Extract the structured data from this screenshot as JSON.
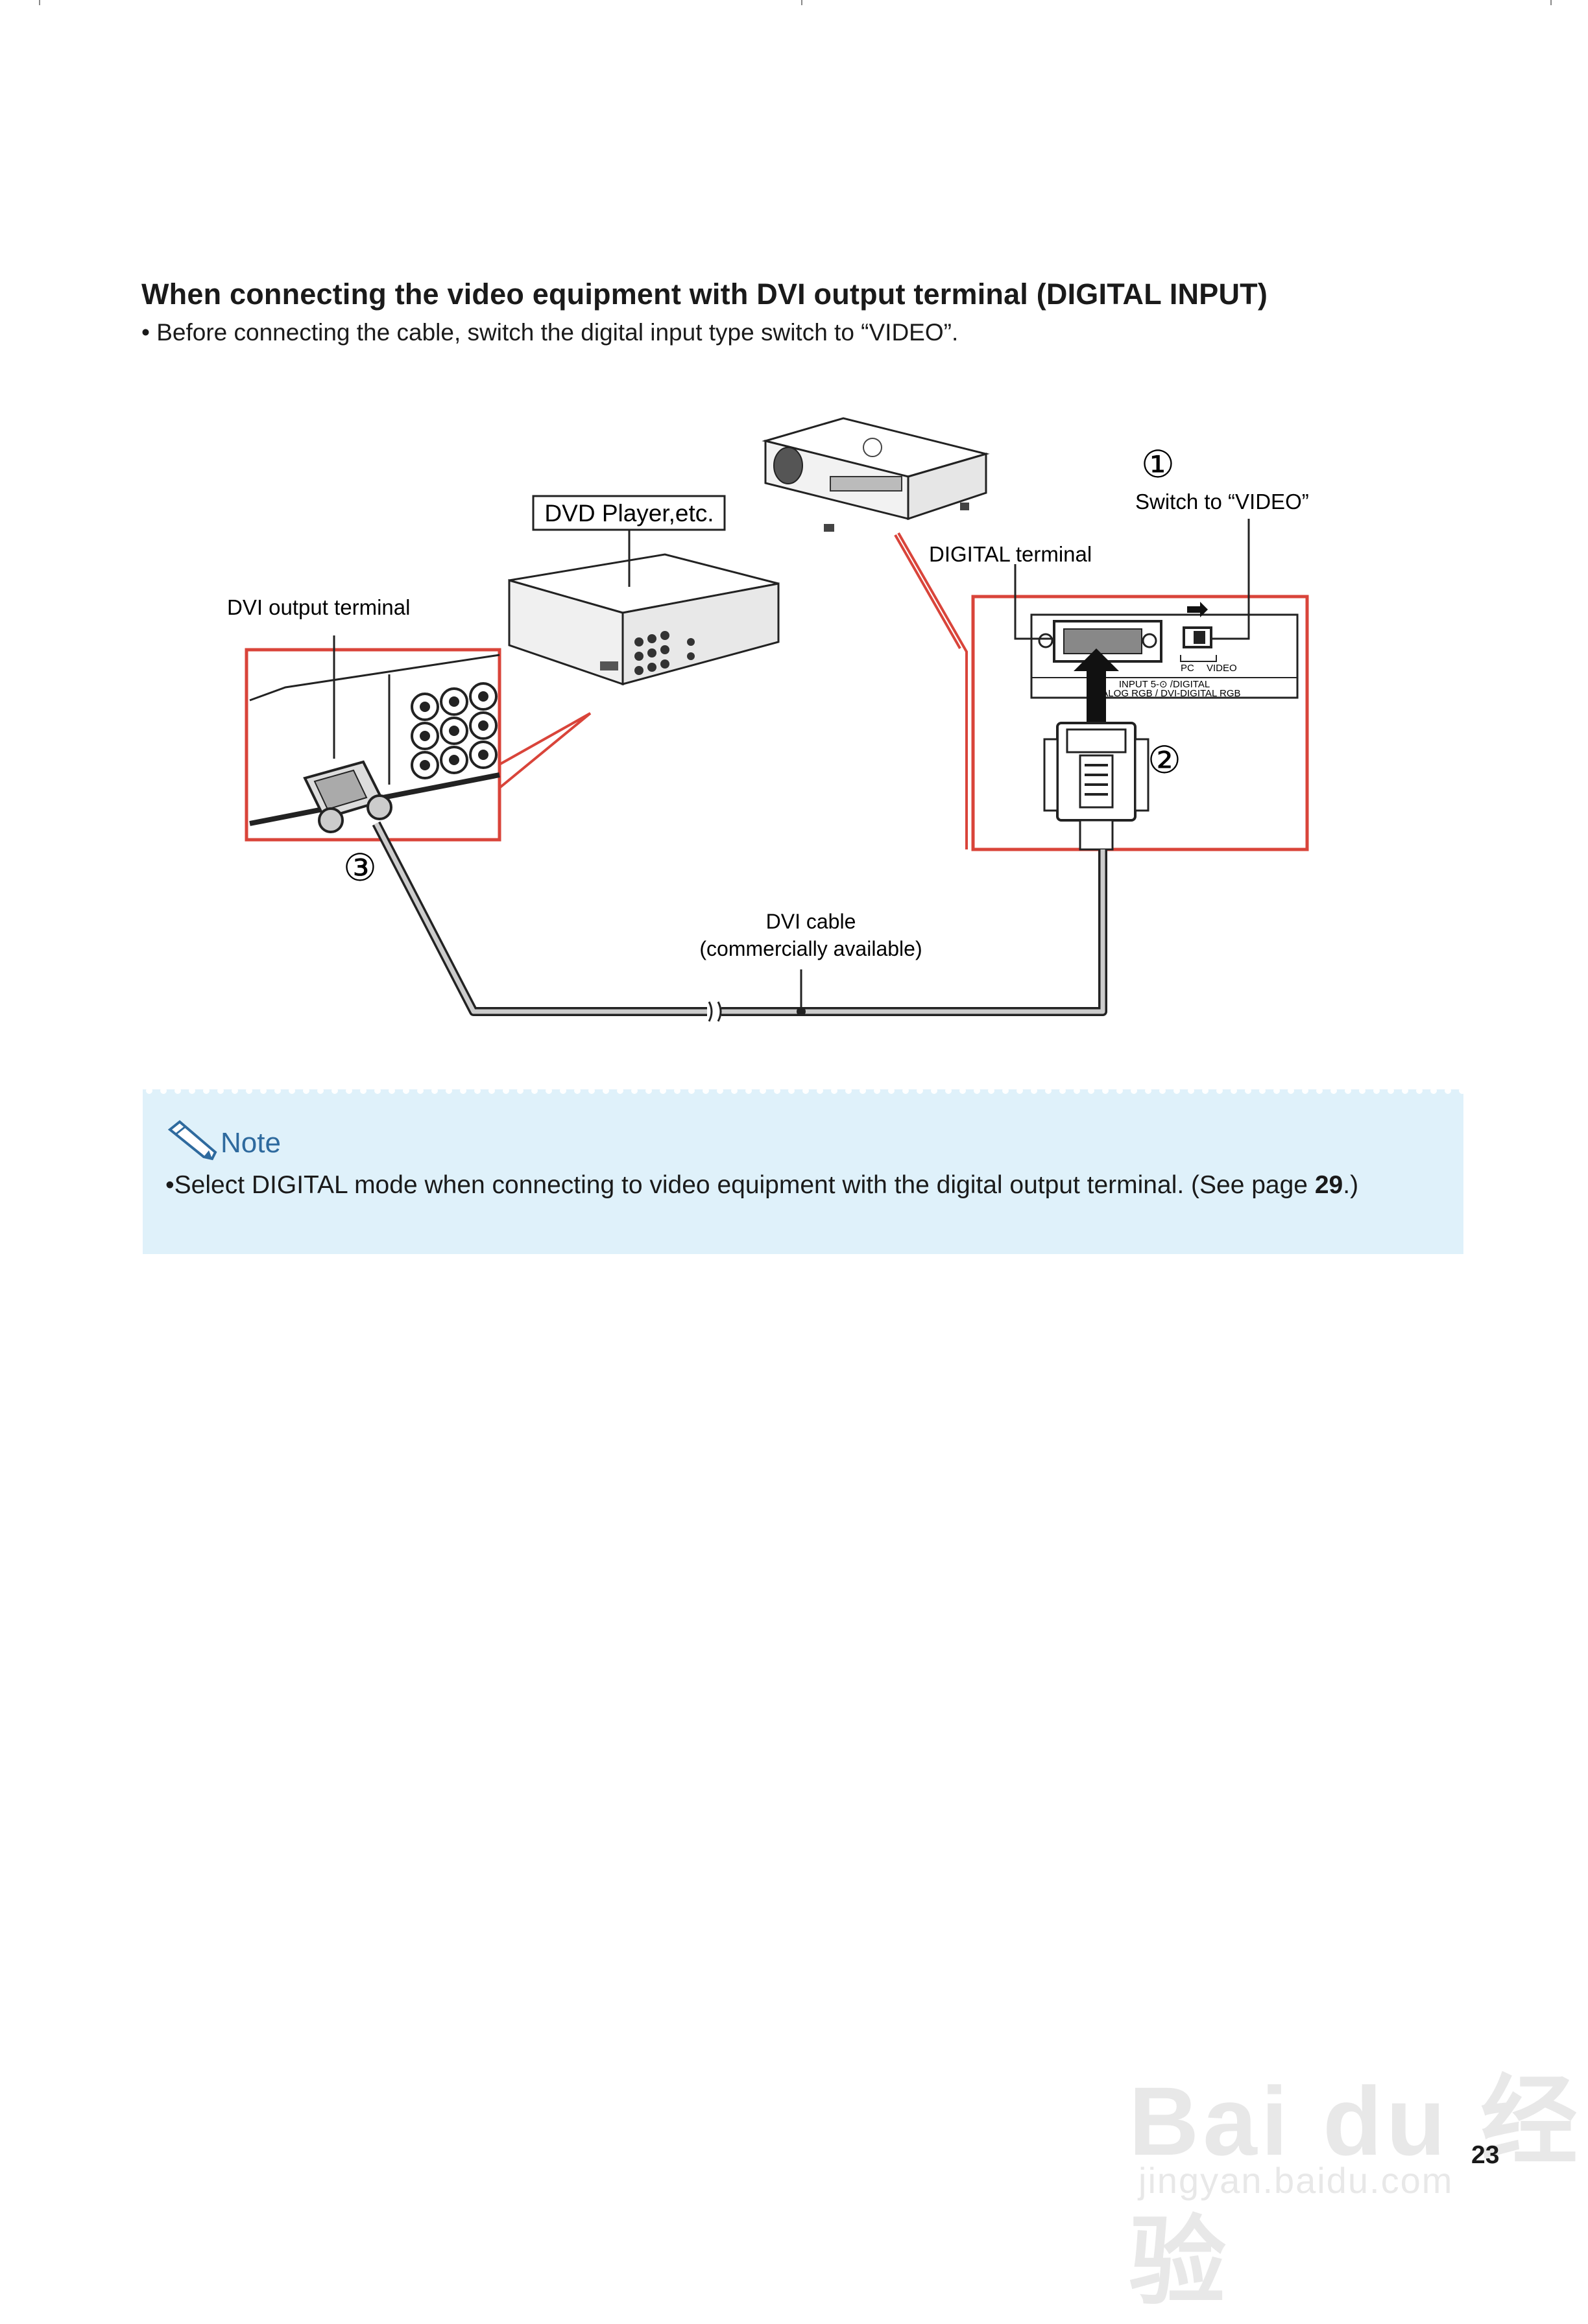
{
  "heading": "When connecting the video equipment with DVI output terminal (DIGITAL INPUT)",
  "intro": "• Before connecting the cable, switch the digital input type switch to “VIDEO”.",
  "diagram": {
    "dvd_player_label": "DVD Player,etc.",
    "dvi_output_terminal": "DVI output terminal",
    "digital_terminal": "DIGITAL terminal",
    "step1_number": "①",
    "step1_text": "Switch to “VIDEO”",
    "step2_number": "②",
    "step3_number": "③",
    "cable_line1": "DVI cable",
    "cable_line2": "(commercially available)",
    "switch_pc": "PC",
    "switch_video": "VIDEO",
    "panel_line1": "INPUT 5-⊙ /DIGITAL",
    "panel_line2": "ANALOG RGB / DVI-DIGITAL RGB"
  },
  "note": {
    "title": "Note",
    "bullet_text": "Select DIGITAL mode when connecting to video equipment with the digital output terminal. (See page ",
    "page_ref": "29",
    "bullet_end": ".)"
  },
  "page_number": "23",
  "watermark": {
    "main": "Bai du 经验",
    "url": "jingyan.baidu.com"
  },
  "colors": {
    "accent_red": "#d9443a",
    "note_bg": "#dff1fa",
    "note_title": "#2e6a9e"
  }
}
